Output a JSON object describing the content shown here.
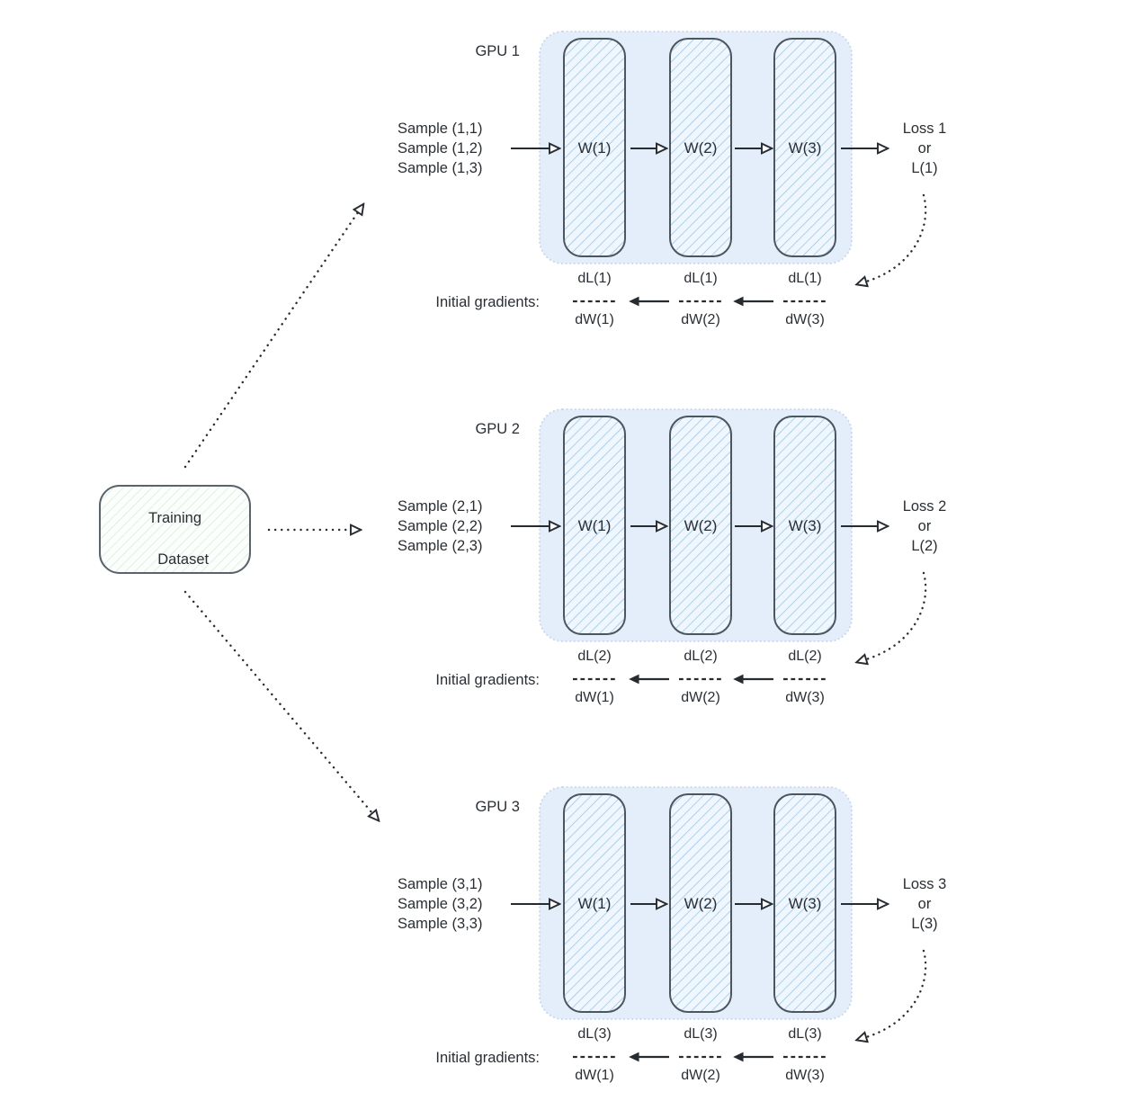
{
  "dataset": {
    "line1": "Training",
    "line2": "Dataset"
  },
  "initial_gradients_label": "Initial gradients:",
  "gpus": [
    {
      "label": "GPU 1",
      "samples": [
        "Sample (1,1)",
        "Sample (1,2)",
        "Sample (1,3)"
      ],
      "weights": [
        "W(1)",
        "W(2)",
        "W(3)"
      ],
      "loss_lines": [
        "Loss 1",
        "or",
        "L(1)"
      ],
      "gradients": [
        {
          "numerator": "dL(1)",
          "denominator": "dW(1)"
        },
        {
          "numerator": "dL(1)",
          "denominator": "dW(2)"
        },
        {
          "numerator": "dL(1)",
          "denominator": "dW(3)"
        }
      ]
    },
    {
      "label": "GPU 2",
      "samples": [
        "Sample (2,1)",
        "Sample (2,2)",
        "Sample (2,3)"
      ],
      "weights": [
        "W(1)",
        "W(2)",
        "W(3)"
      ],
      "loss_lines": [
        "Loss 2",
        "or",
        "L(2)"
      ],
      "gradients": [
        {
          "numerator": "dL(2)",
          "denominator": "dW(1)"
        },
        {
          "numerator": "dL(2)",
          "denominator": "dW(2)"
        },
        {
          "numerator": "dL(2)",
          "denominator": "dW(3)"
        }
      ]
    },
    {
      "label": "GPU 3",
      "samples": [
        "Sample (3,1)",
        "Sample (3,2)",
        "Sample (3,3)"
      ],
      "weights": [
        "W(1)",
        "W(2)",
        "W(3)"
      ],
      "loss_lines": [
        "Loss 3",
        "or",
        "L(3)"
      ],
      "gradients": [
        {
          "numerator": "dL(3)",
          "denominator": "dW(1)"
        },
        {
          "numerator": "dL(3)",
          "denominator": "dW(2)"
        },
        {
          "numerator": "dL(3)",
          "denominator": "dW(3)"
        }
      ]
    }
  ],
  "colors": {
    "gpu_container_fill": "#e4eefb",
    "gpu_container_border": "#c7d7ee",
    "weight_fill": "#eff6fd",
    "weight_hatch": "#8cc3ec",
    "weight_border": "#4b565f",
    "dataset_fill": "#fcfefc",
    "dataset_hatch": "#c9ecd5",
    "dataset_border": "#59636d",
    "arrow": "#272c31",
    "text": "#2a2f35"
  }
}
